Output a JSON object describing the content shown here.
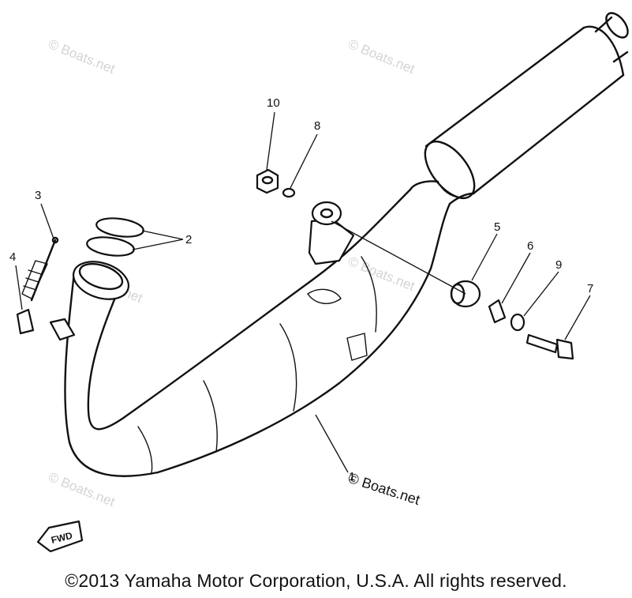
{
  "watermarks": [
    "© Boats.net",
    "© Boats.net",
    "© Boats.net",
    "© Boats.net",
    "© Boats.net"
  ],
  "credit": "© Boats.net",
  "fwd_label": "FWD",
  "callouts": [
    "1",
    "2",
    "3",
    "4",
    "5",
    "6",
    "7",
    "8",
    "9",
    "10"
  ],
  "copyright": "©2013 Yamaha Motor Corporation, U.S.A. All rights reserved."
}
